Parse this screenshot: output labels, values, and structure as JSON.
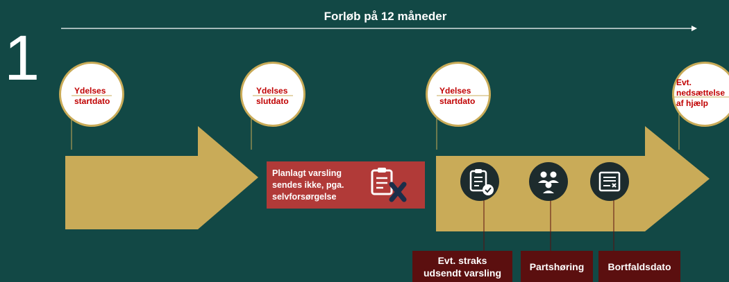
{
  "step_number": "1",
  "timeline": {
    "title": "Forløb på 12 måneder"
  },
  "milestones": [
    {
      "label": "Ydelses\nstartdato"
    },
    {
      "label": "Ydelses\nslutdato"
    },
    {
      "label": "Ydelses\nstartdato"
    },
    {
      "label": "Evt.\nnedsættelse\naf hjælp"
    }
  ],
  "notice": {
    "text": "Planlagt varsling\n sendes ikke, pga.\nselvforsørgelse",
    "icon": "clipboard-x-icon"
  },
  "events": [
    {
      "label": "Evt. straks\nudsendt varsling",
      "icon": "clipboard-check-icon"
    },
    {
      "label": "Partshøring",
      "icon": "people-hearing-icon"
    },
    {
      "label": "Bortfaldsdato",
      "icon": "cancelled-document-icon"
    }
  ],
  "colors": {
    "background": "#124845",
    "arrow": "#c9ab58",
    "milestone_text": "#c00000",
    "notice_box": "#b13a38",
    "event_box": "#5b0f0f",
    "icon_circle": "#1d2b2d"
  }
}
